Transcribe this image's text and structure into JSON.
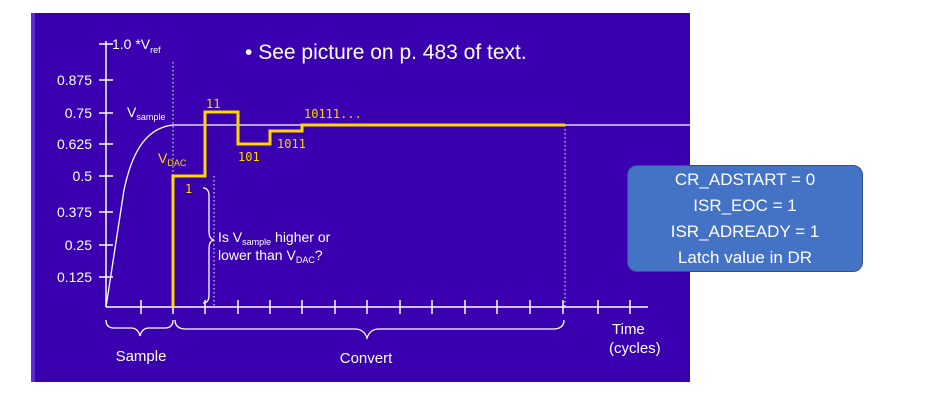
{
  "bullet": "See picture on p. 483 of text.",
  "y_axis": {
    "top_label_main": "1.0 *V",
    "top_label_sub": "ref",
    "ticks": [
      "0.875",
      "0.75",
      "0.625",
      "0.5",
      "0.375",
      "0.25",
      "0.125"
    ]
  },
  "signals": {
    "vsample_main": "V",
    "vsample_sub": "sample",
    "vdac_main": "V",
    "vdac_sub": "DAC"
  },
  "codes": [
    "1",
    "11",
    "101",
    "1011",
    "10111..."
  ],
  "annotation": {
    "line1_a": "Is V",
    "line1_sub": "sample",
    "line1_b": " higher or",
    "line2_a": "lower than V",
    "line2_sub": "DAC",
    "line2_b": "?"
  },
  "x_axis": {
    "sample_label": "Sample",
    "convert_label": "Convert",
    "time_label_1": "Time",
    "time_label_2": "(cycles)"
  },
  "status_box": {
    "lines": [
      "CR_ADSTART = 0",
      "ISR_EOC = 1",
      "ISR_ADREADY = 1",
      "Latch value in DR"
    ]
  },
  "colors": {
    "background": "#3a00b0",
    "axis": "#ffffff",
    "vdac_trace": "#ffd700",
    "box": "#4472c4"
  }
}
